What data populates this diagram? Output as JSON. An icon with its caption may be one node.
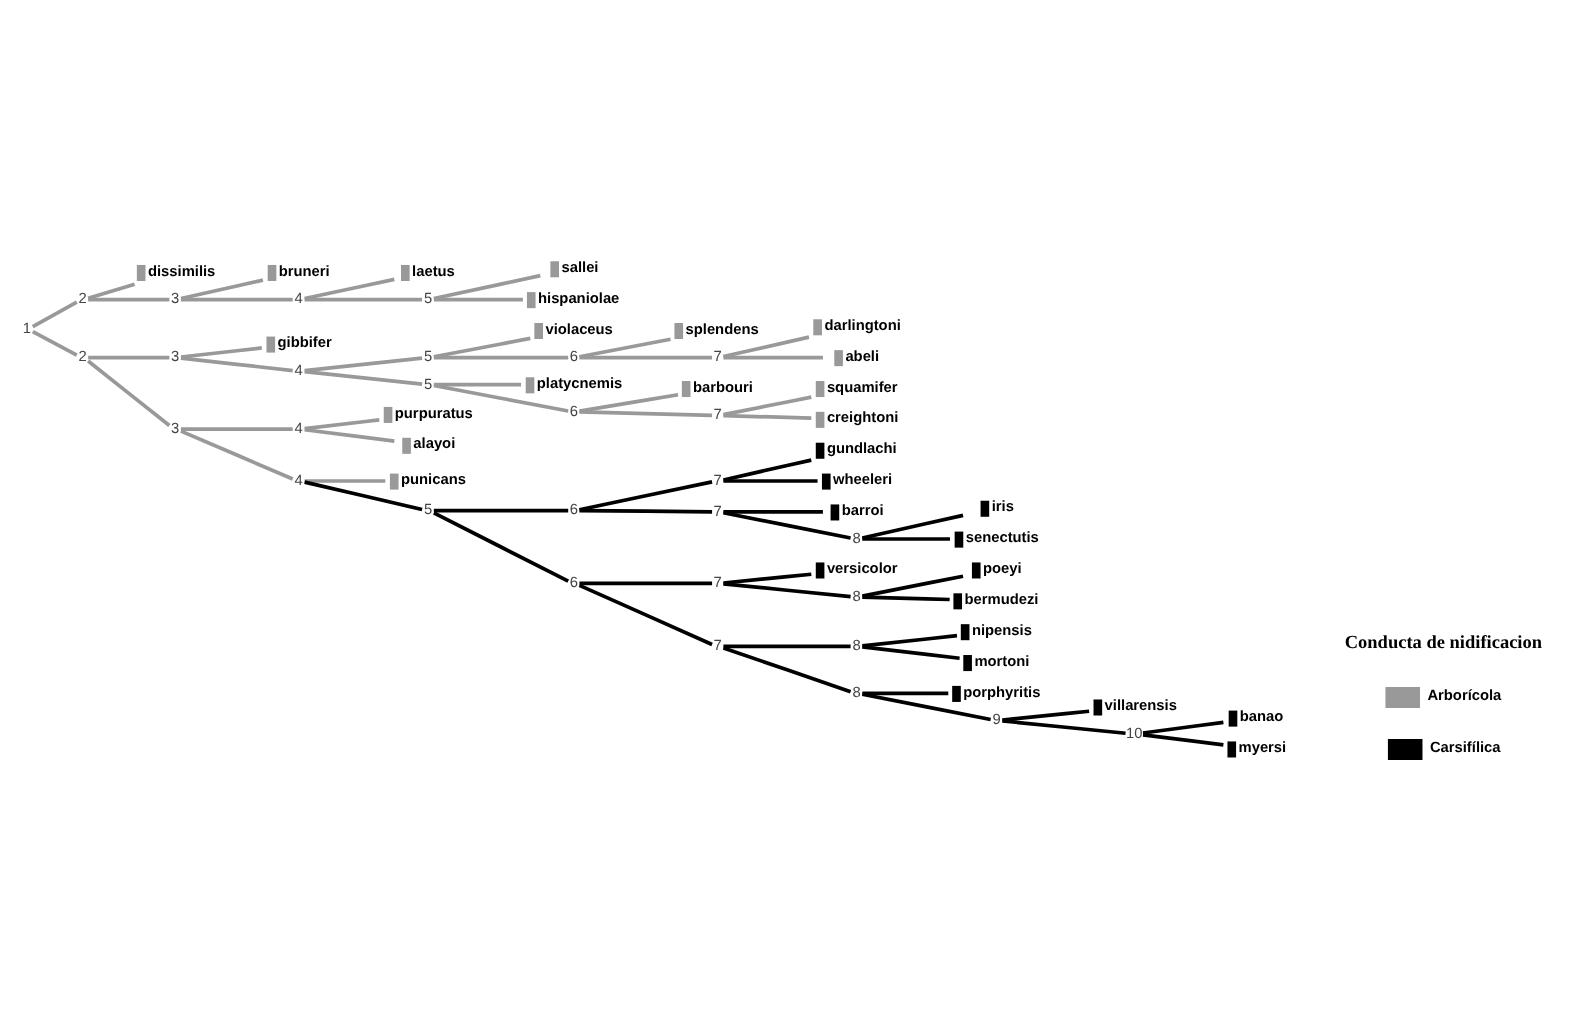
{
  "diagram": {
    "nodes": [
      {
        "text": [],
        "shape": "point",
        "beside": [
          "1"
        ]
      },
      {
        "text": [],
        "shape": "point",
        "beside": [
          "2"
        ]
      },
      {
        "text": [
          "dissimilis"
        ]
      },
      {
        "text": [],
        "shape": "point",
        "beside": [
          "3"
        ]
      },
      {
        "text": [
          "bruneri"
        ]
      },
      {
        "text": [],
        "shape": "point",
        "beside": [
          "4"
        ]
      },
      {
        "text": [
          "laetus"
        ]
      },
      {
        "text": [],
        "shape": "point",
        "beside": [
          "5"
        ]
      },
      {
        "text": [
          "sallei"
        ]
      },
      {
        "text": [
          "hispaniolae"
        ]
      },
      {
        "text": [],
        "shape": "point",
        "beside": [
          "2"
        ]
      },
      {
        "text": [],
        "shape": "point",
        "beside": [
          "3"
        ]
      },
      {
        "text": [
          "gibbifer"
        ]
      },
      {
        "text": [],
        "shape": "point",
        "beside": [
          "4"
        ]
      },
      {
        "text": [],
        "shape": "point",
        "beside": [
          "5"
        ]
      },
      {
        "text": [
          "violaceus"
        ]
      },
      {
        "text": [],
        "shape": "point",
        "beside": [
          "6"
        ]
      },
      {
        "text": [
          "splendens"
        ]
      },
      {
        "text": [],
        "shape": "point",
        "beside": [
          "7"
        ]
      },
      {
        "text": [
          "darlingtoni"
        ]
      },
      {
        "text": [
          "abeli"
        ]
      },
      {
        "text": [],
        "shape": "point",
        "beside": [
          "5"
        ]
      },
      {
        "text": [
          "platycnemis"
        ]
      },
      {
        "text": [],
        "shape": "point",
        "beside": [
          "6"
        ]
      },
      {
        "text": [
          "barbouri"
        ]
      },
      {
        "text": [],
        "shape": "point",
        "beside": [
          "7"
        ]
      },
      {
        "text": [
          "squamifer"
        ]
      },
      {
        "text": [
          "creightoni"
        ]
      },
      {
        "text": [],
        "shape": "point",
        "beside": [
          "3"
        ]
      },
      {
        "text": [],
        "shape": "point",
        "beside": [
          "4"
        ]
      },
      {
        "text": [
          "purpuratus"
        ]
      },
      {
        "text": [
          "alayoi"
        ]
      },
      {
        "text": [],
        "shape": "point",
        "beside": [
          "4"
        ]
      },
      {
        "text": [
          "punicans"
        ]
      },
      {
        "text": [],
        "shape": "point",
        "beside": [
          "5"
        ]
      },
      {
        "text": [],
        "shape": "point",
        "beside": [
          "6"
        ]
      },
      {
        "text": [],
        "shape": "point",
        "beside": [
          "7"
        ]
      },
      {
        "text": [
          "gundlachi"
        ]
      },
      {
        "text": [
          "wheeleri"
        ]
      },
      {
        "text": [],
        "shape": "point",
        "beside": [
          "7"
        ]
      },
      {
        "text": [
          "barroi"
        ]
      },
      {
        "text": [],
        "shape": "point",
        "beside": [
          "8"
        ]
      },
      {
        "text": [
          "iris"
        ]
      },
      {
        "text": [
          "senectutis"
        ]
      },
      {
        "text": [],
        "shape": "point",
        "beside": [
          "6"
        ]
      },
      {
        "text": [],
        "shape": "point",
        "beside": [
          "7"
        ]
      },
      {
        "text": [
          "versicolor"
        ]
      },
      {
        "text": [],
        "shape": "point",
        "beside": [
          "8"
        ]
      },
      {
        "text": [
          "poeyi"
        ]
      },
      {
        "text": [
          "bermudezi"
        ]
      },
      {
        "text": [],
        "shape": "point",
        "beside": [
          "7"
        ]
      },
      {
        "text": [],
        "shape": "point",
        "beside": [
          "8"
        ]
      },
      {
        "text": [
          "nipensis"
        ]
      },
      {
        "text": [
          "mortoni"
        ]
      },
      {
        "text": [],
        "shape": "point",
        "beside": [
          "8"
        ]
      },
      {
        "text": [
          "porphyritis"
        ]
      },
      {
        "text": [],
        "shape": "point",
        "beside": [
          "9"
        ]
      },
      {
        "text": [
          "villarensis"
        ]
      },
      {
        "text": [],
        "shape": "point",
        "beside": [
          "10"
        ]
      },
      {
        "text": [
          "banao"
        ]
      },
      {
        "text": [
          "myersi"
        ]
      }
    ],
    "edges": [
      {
        "from": 0,
        "to": 1,
        "arrow": "none"
      },
      {
        "from": 0,
        "to": 10,
        "arrow": "none"
      },
      {
        "from": 1,
        "to": 2,
        "arrow": "none"
      },
      {
        "from": 1,
        "to": 3,
        "arrow": "none"
      },
      {
        "from": 3,
        "to": 4,
        "arrow": "none"
      },
      {
        "from": 3,
        "to": 5,
        "arrow": "none"
      },
      {
        "from": 5,
        "to": 6,
        "arrow": "none"
      },
      {
        "from": 5,
        "to": 7,
        "arrow": "none"
      },
      {
        "from": 7,
        "to": 8,
        "arrow": "none"
      },
      {
        "from": 7,
        "to": 9,
        "arrow": "none"
      },
      {
        "from": 10,
        "to": 11,
        "arrow": "none"
      },
      {
        "from": 10,
        "to": 28,
        "arrow": "none"
      },
      {
        "from": 11,
        "to": 12,
        "arrow": "none"
      },
      {
        "from": 11,
        "to": 13,
        "arrow": "none"
      },
      {
        "from": 13,
        "to": 14,
        "arrow": "none"
      },
      {
        "from": 13,
        "to": 21,
        "arrow": "none"
      },
      {
        "from": 14,
        "to": 15,
        "arrow": "none"
      },
      {
        "from": 14,
        "to": 16,
        "arrow": "none"
      },
      {
        "from": 16,
        "to": 17,
        "arrow": "none"
      },
      {
        "from": 16,
        "to": 18,
        "arrow": "none"
      },
      {
        "from": 18,
        "to": 19,
        "arrow": "none"
      },
      {
        "from": 18,
        "to": 20,
        "arrow": "none"
      },
      {
        "from": 21,
        "to": 22,
        "arrow": "none"
      },
      {
        "from": 21,
        "to": 23,
        "arrow": "none"
      },
      {
        "from": 23,
        "to": 24,
        "arrow": "none"
      },
      {
        "from": 23,
        "to": 25,
        "arrow": "none"
      },
      {
        "from": 25,
        "to": 26,
        "arrow": "none"
      },
      {
        "from": 25,
        "to": 27,
        "arrow": "none"
      },
      {
        "from": 28,
        "to": 29,
        "arrow": "none"
      },
      {
        "from": 28,
        "to": 32,
        "arrow": "none"
      },
      {
        "from": 29,
        "to": 30,
        "arrow": "none"
      },
      {
        "from": 29,
        "to": 31,
        "arrow": "none"
      },
      {
        "from": 32,
        "to": 33,
        "arrow": "none"
      },
      {
        "from": 32,
        "to": 34,
        "arrow": "none",
        "color": "#000000"
      },
      {
        "from": 34,
        "to": 35,
        "arrow": "none",
        "color": "#000000"
      },
      {
        "from": 34,
        "to": 44,
        "arrow": "none",
        "color": "#000000"
      },
      {
        "from": 35,
        "to": 36,
        "arrow": "none",
        "color": "#000000"
      },
      {
        "from": 35,
        "to": 39,
        "arrow": "none",
        "color": "#000000"
      },
      {
        "from": 36,
        "to": 37,
        "arrow": "none",
        "color": "#000000"
      },
      {
        "from": 36,
        "to": 38,
        "arrow": "none",
        "color": "#000000"
      },
      {
        "from": 39,
        "to": 40,
        "arrow": "none",
        "color": "#000000"
      },
      {
        "from": 39,
        "to": 41,
        "arrow": "none",
        "color": "#000000"
      },
      {
        "from": 41,
        "to": 42,
        "arrow": "none",
        "color": "#000000"
      },
      {
        "from": 41,
        "to": 43,
        "arrow": "none",
        "color": "#000000"
      },
      {
        "from": 44,
        "to": 45,
        "arrow": "none",
        "color": "#000000"
      },
      {
        "from": 44,
        "to": 50,
        "arrow": "none",
        "color": "#000000"
      },
      {
        "from": 45,
        "to": 46,
        "arrow": "none",
        "color": "#000000"
      },
      {
        "from": 45,
        "to": 47,
        "arrow": "none",
        "color": "#000000"
      },
      {
        "from": 47,
        "to": 48,
        "arrow": "none",
        "color": "#000000"
      },
      {
        "from": 47,
        "to": 49,
        "arrow": "none",
        "color": "#000000"
      },
      {
        "from": 50,
        "to": 51,
        "arrow": "none",
        "color": "#000000"
      },
      {
        "from": 50,
        "to": 54,
        "arrow": "none",
        "color": "#000000"
      },
      {
        "from": 51,
        "to": 52,
        "arrow": "none",
        "color": "#000000"
      },
      {
        "from": 51,
        "to": 53,
        "arrow": "none",
        "color": "#000000"
      },
      {
        "from": 54,
        "to": 55,
        "arrow": "none",
        "color": "#000000"
      },
      {
        "from": 54,
        "to": 56,
        "arrow": "none",
        "color": "#000000"
      },
      {
        "from": 56,
        "to": 57,
        "arrow": "none",
        "color": "#000000"
      },
      {
        "from": 56,
        "to": 58,
        "arrow": "none",
        "color": "#000000"
      },
      {
        "from": 58,
        "to": 59,
        "arrow": "none",
        "color": "#000000"
      },
      {
        "from": 58,
        "to": 60,
        "arrow": "none",
        "color": "#000000"
      }
    ],
    "labels": [
      "Conducta de nidificacion"
    ],
    "legend": [
      {
        "text": "Arborícola",
        "color": "#999999"
      },
      {
        "text": "Carsifílica",
        "color": "#000000"
      }
    ]
  }
}
